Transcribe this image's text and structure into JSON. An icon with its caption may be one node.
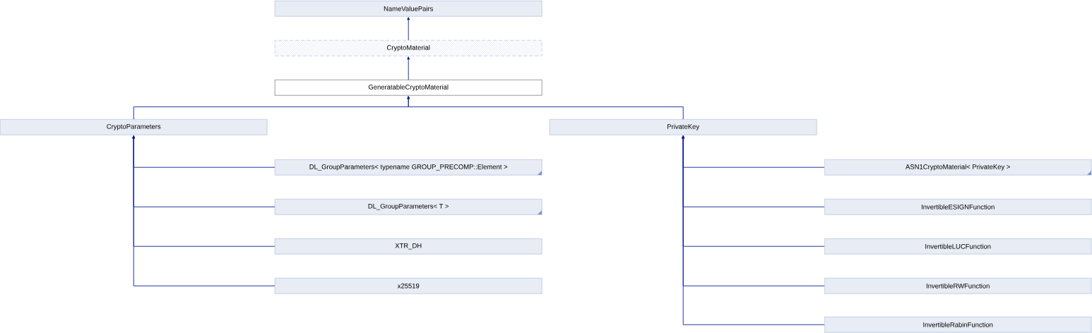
{
  "diagram": {
    "nodes": [
      {
        "text": [
          "NameValuePairs"
        ]
      },
      {
        "text": [
          "CryptoMaterial"
        ]
      },
      {
        "text": [
          "GeneratableCryptoMaterial"
        ]
      },
      {
        "text": [
          "CryptoParameters"
        ]
      },
      {
        "text": [
          "PrivateKey"
        ]
      },
      {
        "text": [
          "DL_GroupParameters< typename GROUP_PRECOMP::Element >"
        ]
      },
      {
        "text": [
          "DL_GroupParameters< T >"
        ]
      },
      {
        "text": [
          "XTR_DH"
        ]
      },
      {
        "text": [
          "x25519"
        ]
      },
      {
        "text": [
          "ASN1CryptoMaterial< PrivateKey >"
        ]
      },
      {
        "text": [
          "InvertibleESIGNFunction"
        ]
      },
      {
        "text": [
          "InvertibleLUCFunction"
        ]
      },
      {
        "text": [
          "InvertibleRWFunction"
        ]
      },
      {
        "text": [
          "InvertibleRabinFunction"
        ]
      }
    ],
    "edges": [
      {
        "from": 1,
        "to": 0,
        "arrow": "to"
      },
      {
        "from": 2,
        "to": 1,
        "arrow": "to"
      },
      {
        "from": 3,
        "to": 2,
        "arrow": "to"
      },
      {
        "from": 4,
        "to": 2,
        "arrow": "to"
      },
      {
        "from": 5,
        "to": 3,
        "arrow": "to"
      },
      {
        "from": 6,
        "to": 3,
        "arrow": "to"
      },
      {
        "from": 7,
        "to": 3,
        "arrow": "to"
      },
      {
        "from": 8,
        "to": 3,
        "arrow": "to"
      },
      {
        "from": 9,
        "to": 4,
        "arrow": "to"
      },
      {
        "from": 10,
        "to": 4,
        "arrow": "to"
      },
      {
        "from": 11,
        "to": 4,
        "arrow": "to"
      },
      {
        "from": 12,
        "to": 4,
        "arrow": "to"
      },
      {
        "from": 13,
        "to": 4,
        "arrow": "to"
      }
    ]
  }
}
